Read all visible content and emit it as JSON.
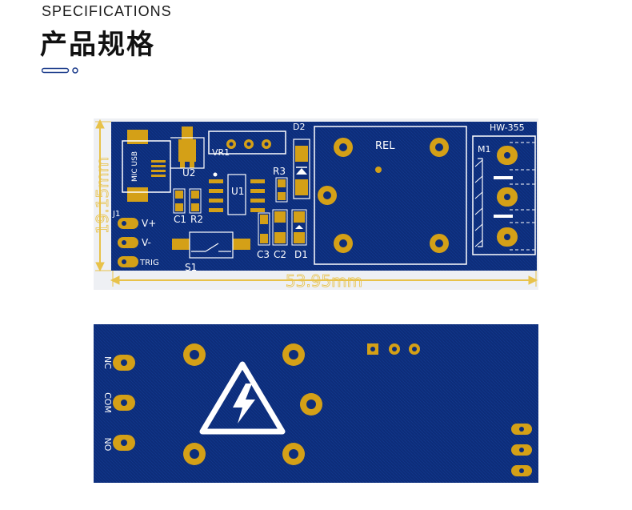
{
  "header": {
    "subtitle_en": "SPECIFICATIONS",
    "title_cn": "产品规格"
  },
  "top_board": {
    "model": "HW-355",
    "dim_width": "53.95mm",
    "dim_height": "19.15mm",
    "labels": {
      "mic_usb": "MIC USB",
      "u2": "U2",
      "vr1": "VR1",
      "d2": "D2",
      "u1": "U1",
      "r3": "R3",
      "rel": "REL",
      "m1": "M1",
      "j1": "J1",
      "vplus": "V+",
      "vminus": "V-",
      "trig": "TRIG",
      "c1": "C1",
      "r2": "R2",
      "s1": "S1",
      "c3": "C3",
      "c2": "C2",
      "d1": "D1"
    }
  },
  "bottom_board": {
    "labels": {
      "nc": "NC",
      "com": "COM",
      "no": "NO"
    }
  },
  "colors": {
    "board_blue": "#0d2d7a",
    "gold": "#d4a017",
    "silk": "#ffffff",
    "dim": "#e8c24a"
  }
}
